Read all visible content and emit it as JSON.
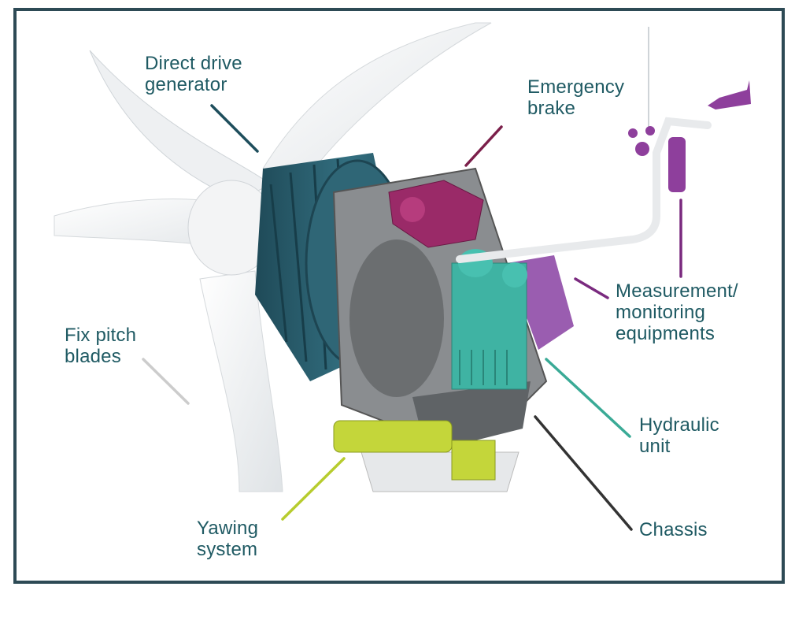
{
  "labels": {
    "direct_drive": [
      "Direct drive",
      "generator"
    ],
    "emergency_brake": [
      "Emergency",
      "brake"
    ],
    "measurement": [
      "Measurement/",
      "monitoring",
      "equipments"
    ],
    "hydraulic": [
      "Hydraulic",
      "unit"
    ],
    "chassis": [
      "Chassis"
    ],
    "yawing": [
      "Yawing",
      "system"
    ],
    "fix_pitch": [
      "Fix pitch",
      "blades"
    ]
  },
  "colors": {
    "frame": "#2d4a55",
    "label_text": "#1f5a63",
    "generator": "#2b5f6e",
    "brake": "#8a2058",
    "measurement": "#8a4a9a",
    "hydraulic": "#3fb3a3",
    "chassis": "#3a3a3a",
    "yawing": "#b8cc30",
    "blades": "#cccccc"
  }
}
